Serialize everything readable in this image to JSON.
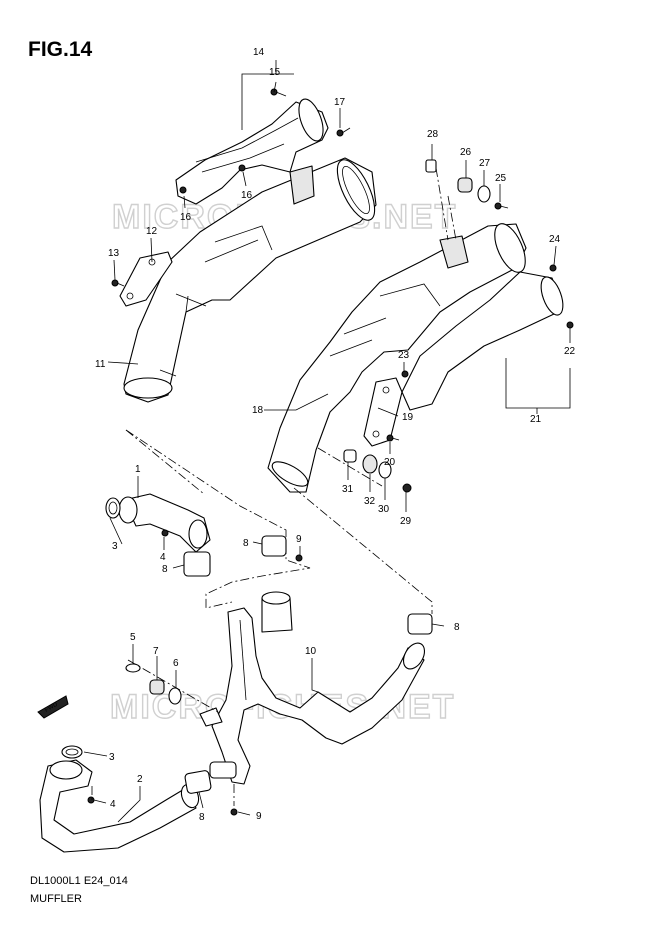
{
  "figure": {
    "title": "FIG.14",
    "code": "DL1000L1 E24_014",
    "name": "MUFFLER"
  },
  "watermarks": [
    "MICROFICHES.NET",
    "MICROFICHES.NET"
  ],
  "direction_label": "FWD",
  "callouts": [
    "14",
    "15",
    "17",
    "28",
    "26",
    "27",
    "25",
    "16",
    "16",
    "12",
    "13",
    "24",
    "11",
    "23",
    "22",
    "18",
    "19",
    "21",
    "20",
    "31",
    "32",
    "30",
    "29",
    "1",
    "3",
    "4",
    "8",
    "9",
    "8",
    "8",
    "5",
    "7",
    "6",
    "10",
    "3",
    "2",
    "4",
    "8",
    "9"
  ]
}
